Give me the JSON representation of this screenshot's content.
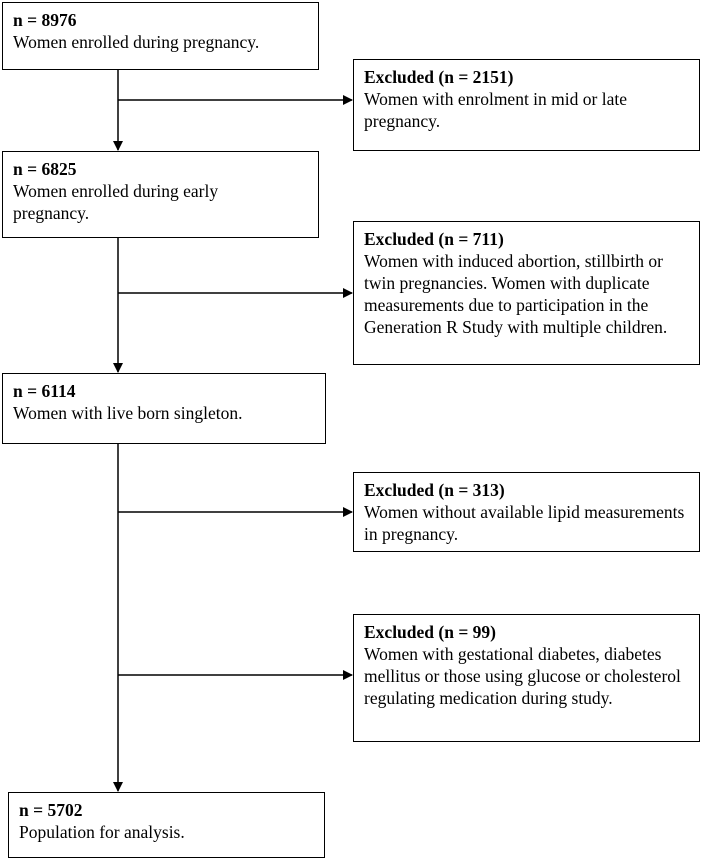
{
  "flow": {
    "steps": [
      {
        "count": "n = 8976",
        "text": "Women enrolled during pregnancy."
      },
      {
        "count": "n = 6825",
        "text": "Women enrolled during early pregnancy."
      },
      {
        "count": "n = 6114",
        "text": "Women with live born singleton."
      },
      {
        "count": "n = 5702",
        "text": "Population for analysis."
      }
    ],
    "exclusions": [
      {
        "count": "Excluded (n = 2151)",
        "text": "Women with enrolment in mid or late pregnancy."
      },
      {
        "count": "Excluded (n = 711)",
        "text": "Women with induced abortion, stillbirth or twin pregnancies. Women with duplicate measurements due to participation in the Generation R Study with multiple children."
      },
      {
        "count": "Excluded (n = 313)",
        "text": "Women without available lipid measurements in pregnancy."
      },
      {
        "count": "Excluded (n = 99)",
        "text": "Women with gestational diabetes, diabetes mellitus or those using glucose or cholesterol regulating medication during study."
      }
    ]
  }
}
